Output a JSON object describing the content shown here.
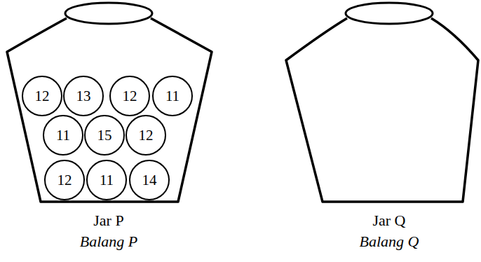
{
  "diagram": {
    "nodes": [
      {
        "text": [
          "Jar P",
          "Balang P"
        ]
      },
      {
        "text": [
          "12"
        ],
        "in": 0
      },
      {
        "text": [
          "13"
        ],
        "in": 0
      },
      {
        "text": [
          "12"
        ],
        "in": 0
      },
      {
        "text": [
          "11"
        ],
        "in": 0
      },
      {
        "text": [
          "11"
        ],
        "in": 0
      },
      {
        "text": [
          "15"
        ],
        "in": 0
      },
      {
        "text": [
          "12"
        ],
        "in": 0
      },
      {
        "text": [
          "12"
        ],
        "in": 0
      },
      {
        "text": [
          "11"
        ],
        "in": 0
      },
      {
        "text": [
          "14"
        ],
        "in": 0
      },
      {
        "text": [
          "Jar Q",
          "Balang Q"
        ]
      }
    ]
  }
}
